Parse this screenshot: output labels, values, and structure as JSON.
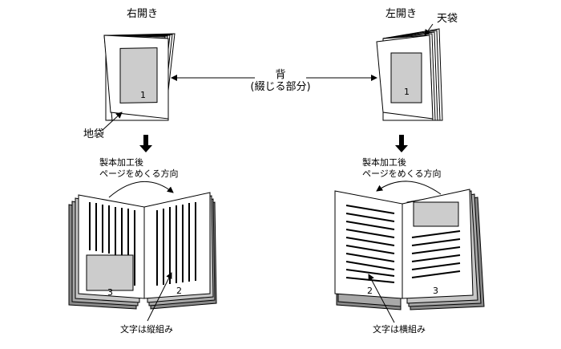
{
  "right_open": {
    "title": "右開き",
    "page_number": "1",
    "bottom_gusset": "地袋",
    "process_line1": "製本加工後",
    "process_line2": "ページをめくる方向",
    "left_page_number": "3",
    "right_page_number": "2",
    "text_direction": "文字は縦組み"
  },
  "left_open": {
    "title": "左開き",
    "top_gusset": "天袋",
    "page_number": "1",
    "process_line1": "製本加工後",
    "process_line2": "ページをめくる方向",
    "left_page_number": "2",
    "right_page_number": "3",
    "text_direction": "文字は横組み"
  },
  "spine": {
    "label": "背",
    "sub_label": "(綴じる部分)"
  },
  "colors": {
    "stroke": "#000000",
    "gray_block": "#cccccc",
    "page_edge_dark": "#888888",
    "page_edge_mid": "#a8a8a8",
    "page_edge_light": "#c8c8c8"
  }
}
